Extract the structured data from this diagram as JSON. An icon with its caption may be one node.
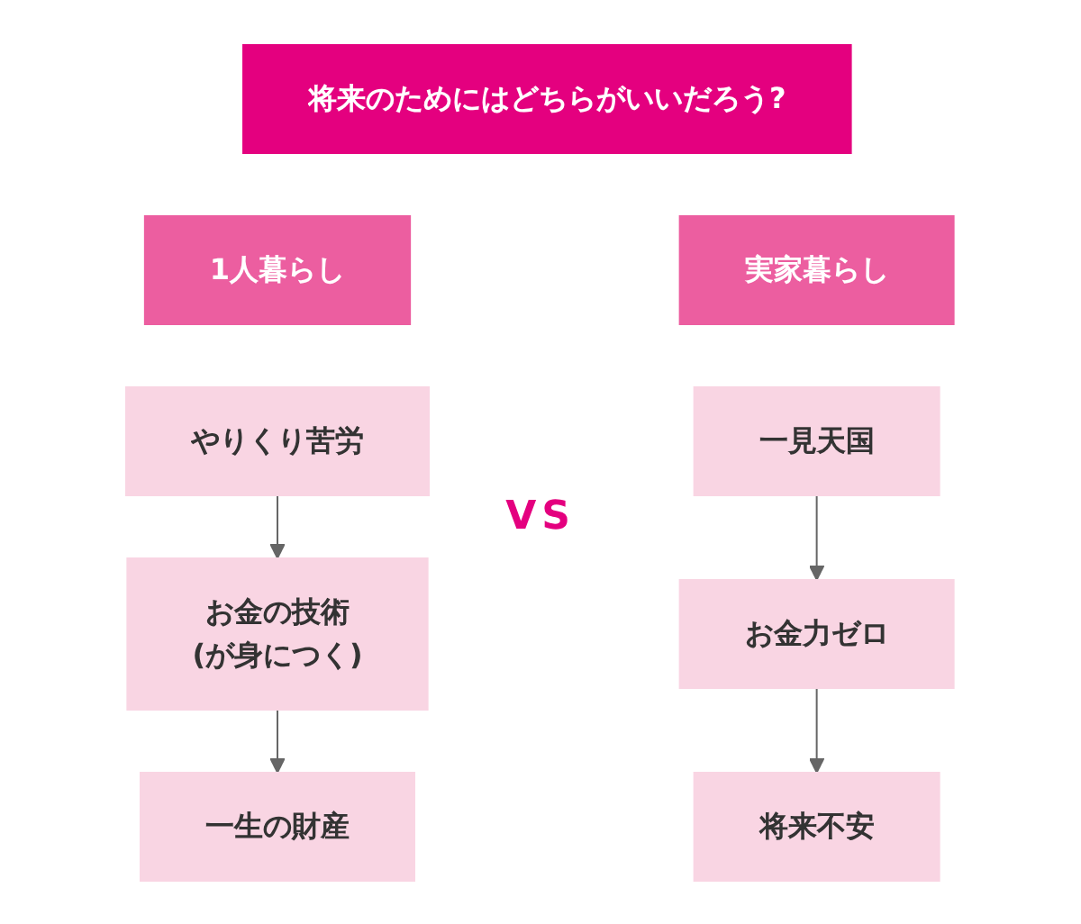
{
  "diagram": {
    "nodes": [
      {
        "text": [
          "将来のためにはどちらがいいだろう?"
        ]
      },
      {
        "text": [
          "1人暮らし"
        ]
      },
      {
        "text": [
          "やりくり苦労"
        ]
      },
      {
        "text": [
          "お金の技術",
          "(が身につく)"
        ]
      },
      {
        "text": [
          "一生の財産"
        ]
      },
      {
        "text": [
          "実家暮らし"
        ]
      },
      {
        "text": [
          "一見天国"
        ]
      },
      {
        "text": [
          "お金力ゼロ"
        ]
      },
      {
        "text": [
          "将来不安"
        ]
      }
    ],
    "edges": [
      {
        "from": 2,
        "to": 3,
        "arrow": "to"
      },
      {
        "from": 3,
        "to": 4,
        "arrow": "to"
      },
      {
        "from": 6,
        "to": 7,
        "arrow": "to"
      },
      {
        "from": 7,
        "to": 8,
        "arrow": "to"
      }
    ],
    "labels": [
      "VS"
    ]
  }
}
